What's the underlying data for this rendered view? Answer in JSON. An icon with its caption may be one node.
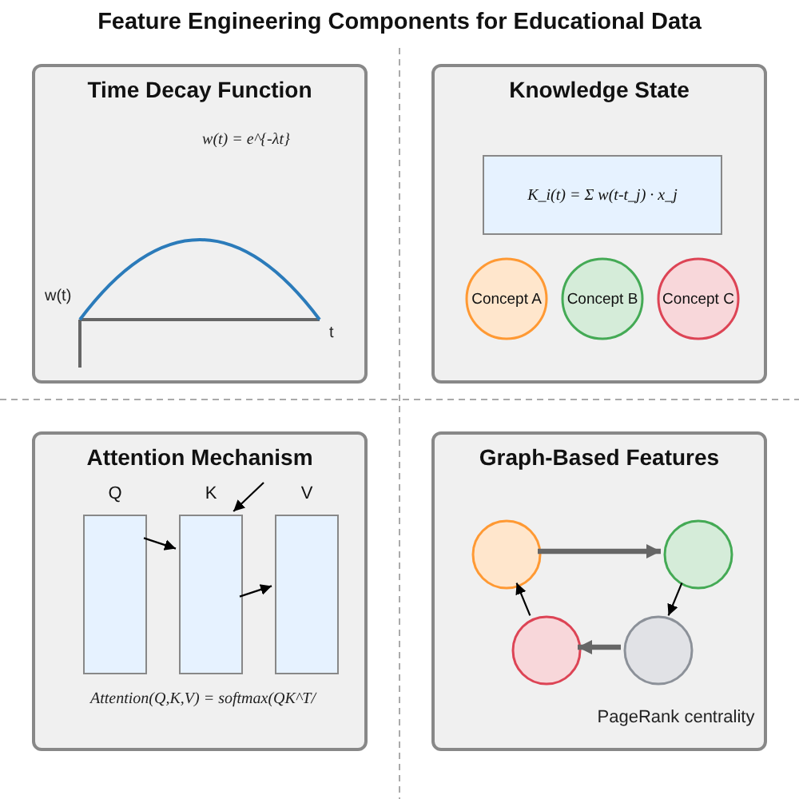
{
  "diagram": {
    "title": "Feature Engineering Components for Educational Data",
    "nodes": [
      {
        "text": [
          "Time Decay Function",
          "w(t) = e^{-λt}"
        ]
      },
      {
        "text": [
          "Knowledge State"
        ]
      },
      {
        "text": [
          "K_i(t) = Σ w(t-t_j) · x_j"
        ],
        "in": 1
      },
      {
        "text": [
          "Concept A"
        ],
        "in": 1
      },
      {
        "text": [
          "Concept B"
        ],
        "in": 1
      },
      {
        "text": [
          "Concept C"
        ],
        "in": 1
      },
      {
        "text": [
          "Attention Mechanism",
          "Attention(Q,K,V) = softmax(QK^T/"
        ]
      },
      {
        "text": [
          "Q"
        ],
        "in": 6
      },
      {
        "text": [
          "K"
        ],
        "in": 6
      },
      {
        "text": [
          "V"
        ],
        "in": 6
      },
      {
        "text": [
          "Graph-Based Features",
          "PageRank centrality"
        ]
      },
      {
        "text": [],
        "shape": "circle",
        "in": 10
      },
      {
        "text": [],
        "shape": "circle",
        "in": 10
      },
      {
        "text": [],
        "shape": "circle",
        "in": 10
      },
      {
        "text": [],
        "shape": "circle",
        "in": 10
      }
    ],
    "edges": [
      {
        "from": 7,
        "to": 8,
        "arrow": "to"
      },
      {
        "from": null,
        "to": 8,
        "arrow": "to"
      },
      {
        "from": 8,
        "to": 9,
        "arrow": "to"
      },
      {
        "from": 11,
        "to": 12,
        "arrow": "to",
        "style": "thick",
        "color": "#666666"
      },
      {
        "from": 12,
        "to": 14,
        "arrow": "to"
      },
      {
        "from": 14,
        "to": 13,
        "arrow": "to",
        "style": "thick",
        "color": "#666666"
      },
      {
        "from": 13,
        "to": 11,
        "arrow": "to"
      }
    ],
    "labels": [
      "w(t)",
      "t"
    ]
  }
}
